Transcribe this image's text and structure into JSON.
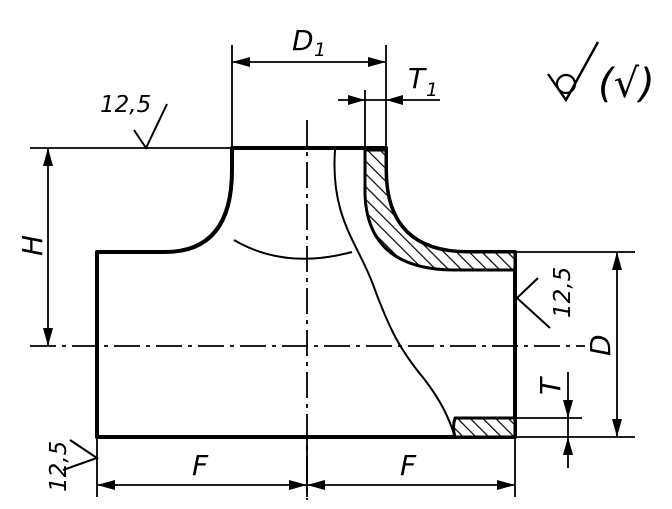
{
  "labels": {
    "d1": "D",
    "d1_sub": "1",
    "t1": "T",
    "t1_sub": "1",
    "h": "H",
    "d": "D",
    "t": "T",
    "f_left": "F",
    "f_right": "F"
  },
  "roughness": {
    "top": "12,5",
    "right": "12,5",
    "bottom_left": "12,5",
    "general_symbol": "(√)"
  }
}
